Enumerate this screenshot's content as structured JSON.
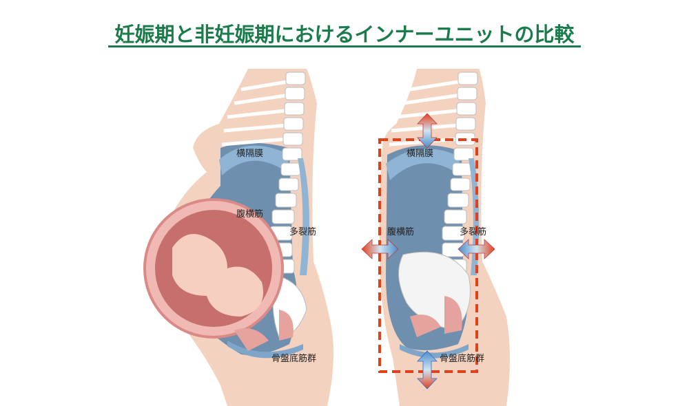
{
  "title": "妊娠期と非妊娠期におけるインナーユニットの比較",
  "pregnant": {
    "labels": {
      "diaphragm": "横隔膜",
      "transversus": "腹横筋",
      "multifidus": "多裂筋",
      "pelvic_floor": "骨盤底筋群"
    }
  },
  "non_pregnant": {
    "labels": {
      "diaphragm": "横隔膜",
      "transversus": "腹横筋",
      "multifidus": "多裂筋",
      "pelvic_floor": "骨盤底筋群"
    }
  },
  "colors": {
    "title": "#1b7b4b",
    "skin": "#f3d3c0",
    "muscle_blue": "#7fa6c8",
    "cavity": "#6f8fae",
    "dashed_box": "#e2401b"
  }
}
